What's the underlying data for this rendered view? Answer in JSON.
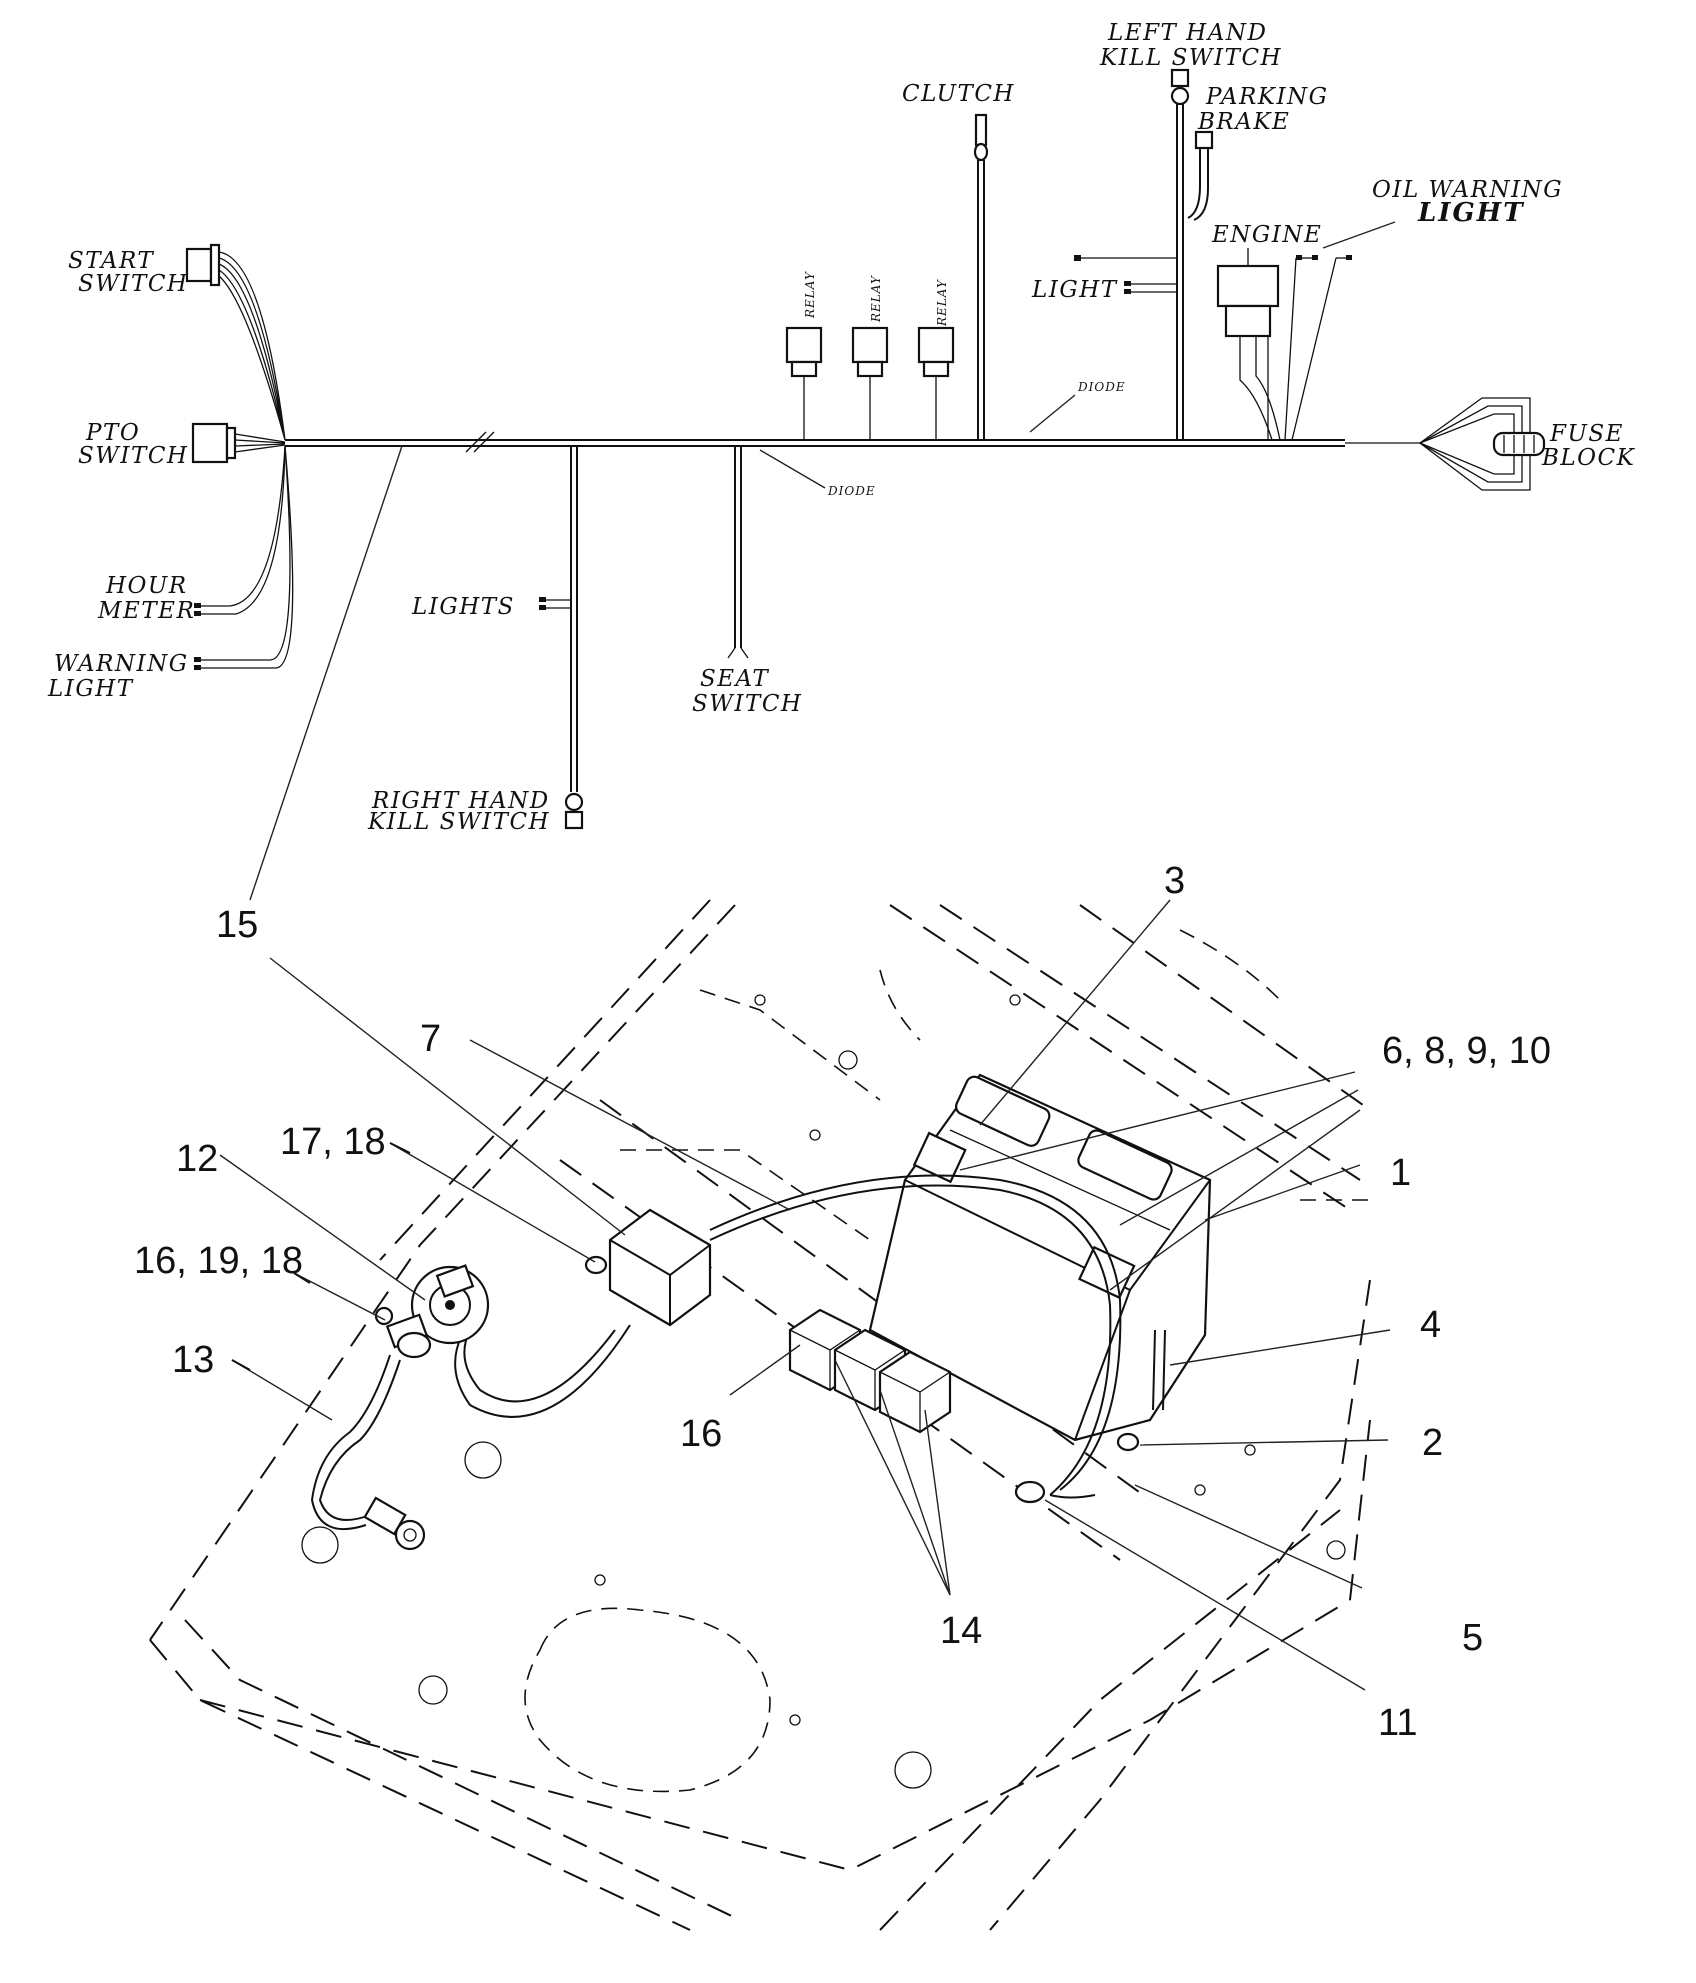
{
  "schematic_labels": {
    "left_hand_kill_switch_1": "LEFT HAND",
    "left_hand_kill_switch_2": "KILL SWITCH",
    "clutch": "CLUTCH",
    "parking_brake_1": "PARKING",
    "parking_brake_2": "BRAKE",
    "oil_warning_light_1": "OIL WARNING",
    "oil_warning_light_2": "LIGHT",
    "engine": "ENGINE",
    "start_switch_1": "START",
    "start_switch_2": "SWITCH",
    "relay_1": "RELAY",
    "relay_2": "RELAY",
    "relay_3": "RELAY",
    "light": "LIGHT",
    "diode_upper": "DIODE",
    "pto_switch_1": "PTO",
    "pto_switch_2": "SWITCH",
    "fuse_block_1": "FUSE",
    "fuse_block_2": "BLOCK",
    "diode_lower": "DIODE",
    "hour_meter_1": "HOUR",
    "hour_meter_2": "METER",
    "lights": "LIGHTS",
    "warning_light_1": "WARNING",
    "warning_light_2": "LIGHT",
    "seat_switch_1": "SEAT",
    "seat_switch_2": "SWITCH",
    "right_hand_kill_switch_1": "RIGHT HAND",
    "right_hand_kill_switch_2": "KILL SWITCH"
  },
  "callouts": {
    "c3": "3",
    "c15": "15",
    "c7": "7",
    "c6_8_9_10": "6, 8, 9, 10",
    "c17_18": "17, 18",
    "c1": "1",
    "c12": "12",
    "c16_19_18": "16, 19, 18",
    "c4": "4",
    "c13": "13",
    "c16": "16",
    "c2": "2",
    "c14": "14",
    "c5": "5",
    "c11": "11"
  }
}
